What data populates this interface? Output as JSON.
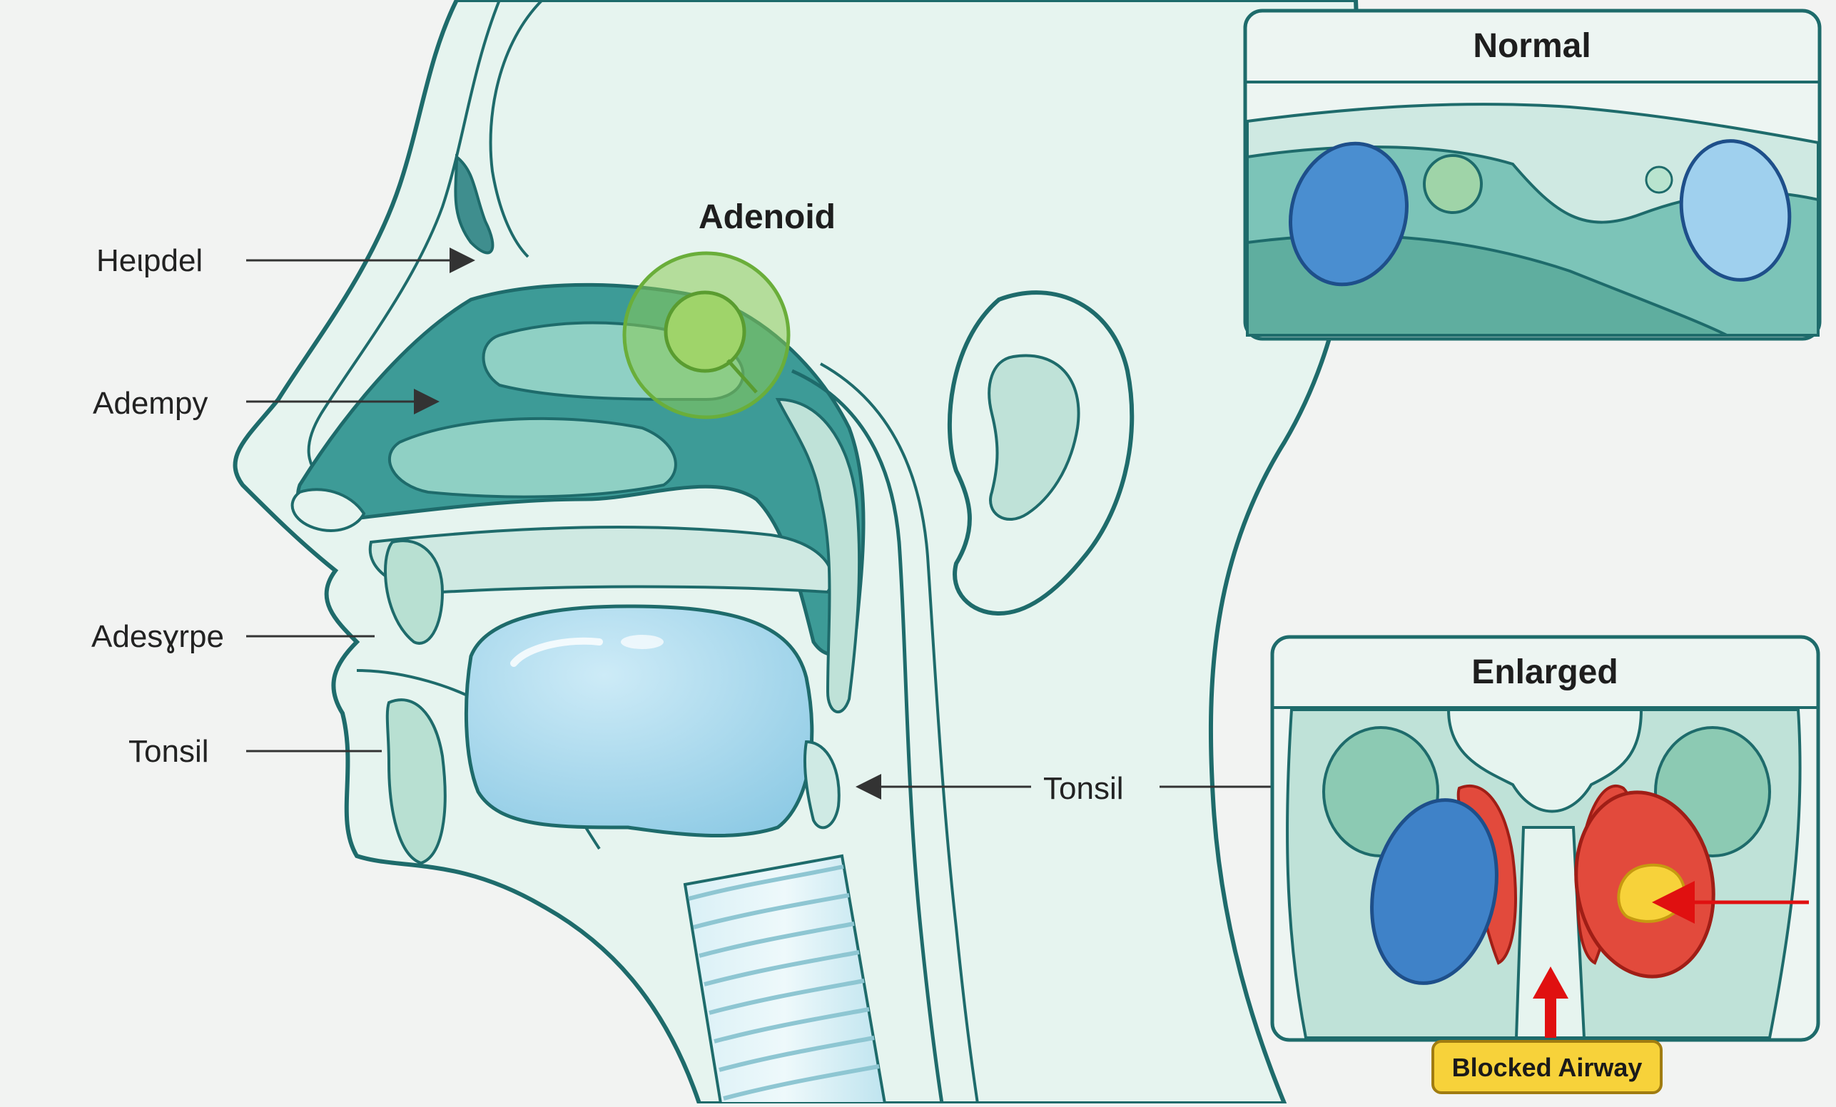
{
  "labels": {
    "adenoid_title": "Adenoid",
    "left_1": "Heιpdel",
    "left_2": "Adempy",
    "left_3": "Adesɣrpe",
    "left_4": "Tonsil",
    "right_tonsil": "Tonsil"
  },
  "panels": {
    "normal_title": "Normal",
    "enlarged_title": "Enlarged",
    "blocked_label": "Blocked Airway"
  },
  "colors": {
    "outline": "#1e6b6b",
    "cavity": "#3f9e9b",
    "cavity_light": "#8fcfc4",
    "skin": "#e4f3ee",
    "tongue": "#a8d8ec",
    "adenoid": "#8acb55",
    "tonsil_blue": "#3f82c8",
    "tonsil_red": "#e24a3c",
    "arrow_red": "#e01010",
    "badge_yellow": "#f7d23a"
  }
}
